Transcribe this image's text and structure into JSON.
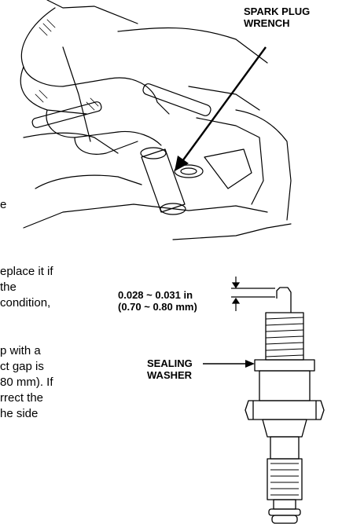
{
  "labels": {
    "wrench_line1": "SPARK PLUG",
    "wrench_line2": "WRENCH",
    "gap_line1": "0.028 ~ 0.031 in",
    "gap_line2": "(0.70 ~ 0.80 mm)",
    "washer_line1": "SEALING",
    "washer_line2": "WASHER"
  },
  "body_text": [
    "e",
    "eplace it if",
    "the",
    "condition,",
    "p with a",
    "ct gap is",
    "80 mm). If",
    "rrect the",
    "he side"
  ],
  "colors": {
    "ink": "#000000",
    "background": "#ffffff"
  }
}
